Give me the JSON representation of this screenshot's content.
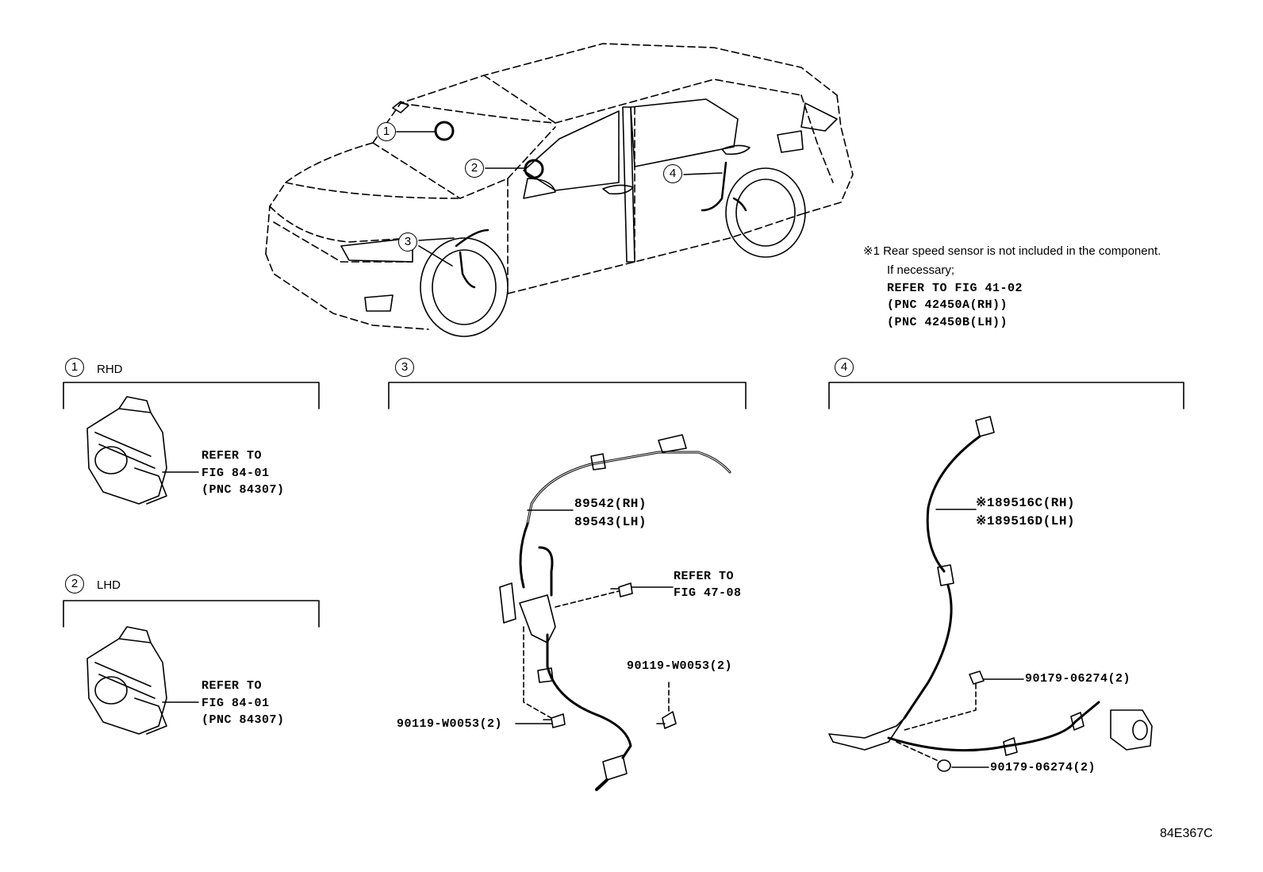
{
  "callouts": {
    "c1": "1",
    "c2": "2",
    "c3": "3",
    "c4": "4"
  },
  "sections": {
    "s1": {
      "num": "1",
      "side": "RHD"
    },
    "s2": {
      "num": "2",
      "side": "LHD"
    },
    "s3": {
      "num": "3"
    },
    "s4": {
      "num": "4"
    }
  },
  "note": {
    "line1": "※1 Rear speed sensor is not included in the component.",
    "line2": "If necessary;",
    "line3": "REFER TO FIG 41-02",
    "line4": "(PNC 42450A(RH))",
    "line5": "(PNC 42450B(LH))"
  },
  "part1": {
    "l1": "REFER TO",
    "l2": "FIG 84-01",
    "l3": "(PNC 84307)"
  },
  "part2": {
    "l1": "REFER TO",
    "l2": "FIG 84-01",
    "l3": "(PNC 84307)"
  },
  "part3": {
    "sensor_rh": "89542(RH)",
    "sensor_lh": "89543(LH)",
    "refer1": "REFER TO",
    "refer2": "FIG 47-08",
    "bolt_right": "90119-W0053(2)",
    "bolt_left": "90119-W0053(2)"
  },
  "part4": {
    "sensor_rh": "※189516C(RH)",
    "sensor_lh": "※189516D(LH)",
    "clip_top": "90179-06274(2)",
    "clip_bottom": "90179-06274(2)"
  },
  "figure_code": "84E367C"
}
